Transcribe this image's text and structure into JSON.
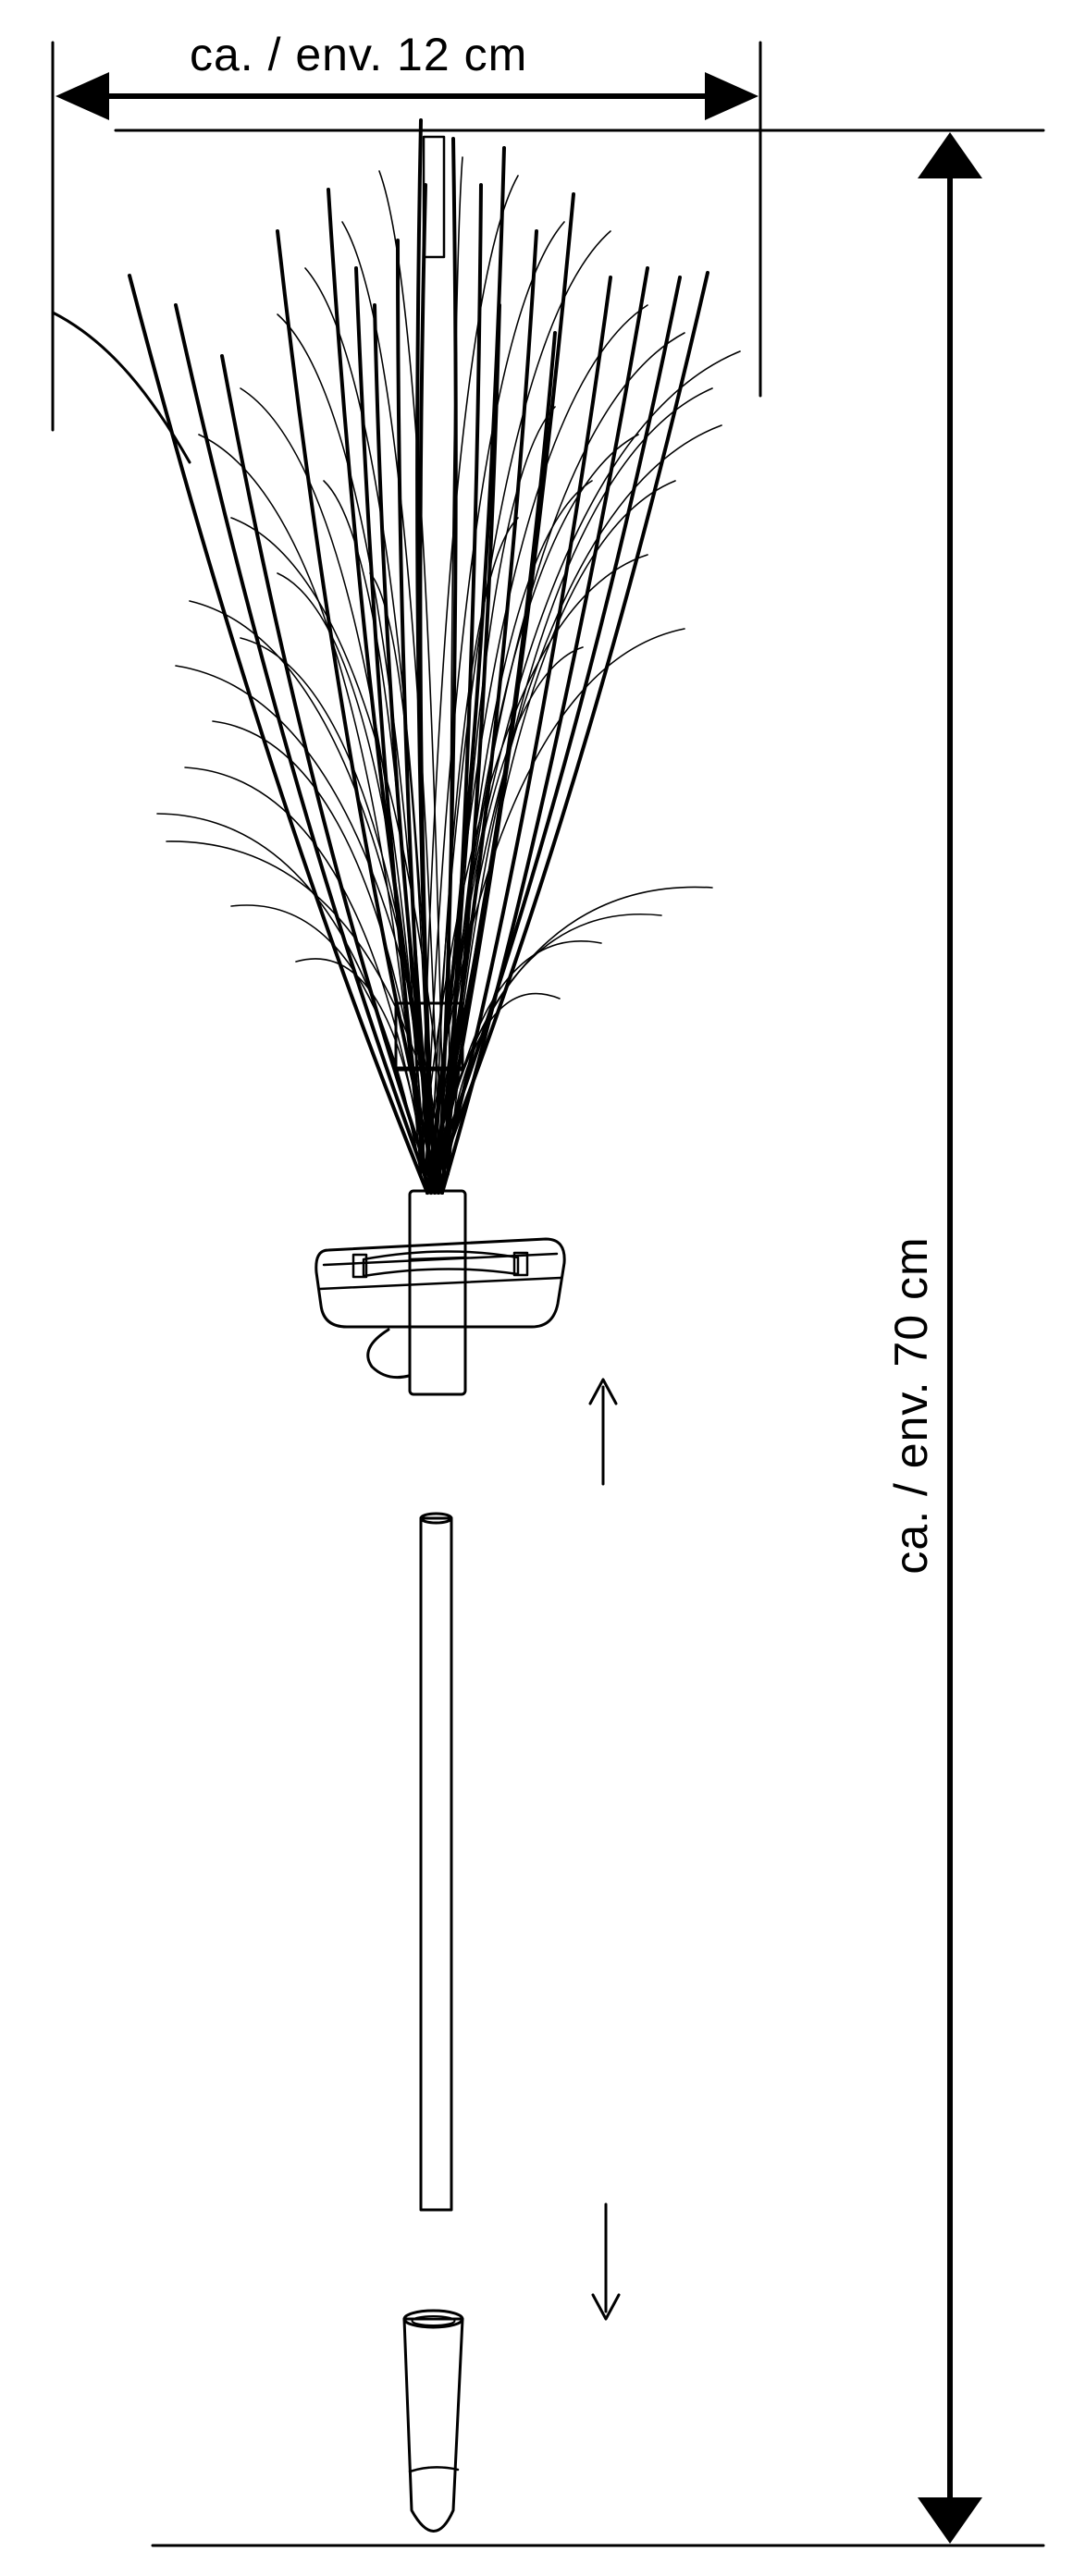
{
  "dimensions": {
    "width_label": "ca. / env. 12 cm",
    "height_label": "ca. / env. 70 cm"
  },
  "parts": [
    {
      "name": "grass-tuft-with-solar-unit"
    },
    {
      "name": "extension-rod"
    },
    {
      "name": "ground-spike"
    }
  ],
  "arrows": [
    "arrow-up-icon",
    "arrow-down-icon"
  ],
  "colors": {
    "line": "#000000",
    "background": "#ffffff"
  }
}
